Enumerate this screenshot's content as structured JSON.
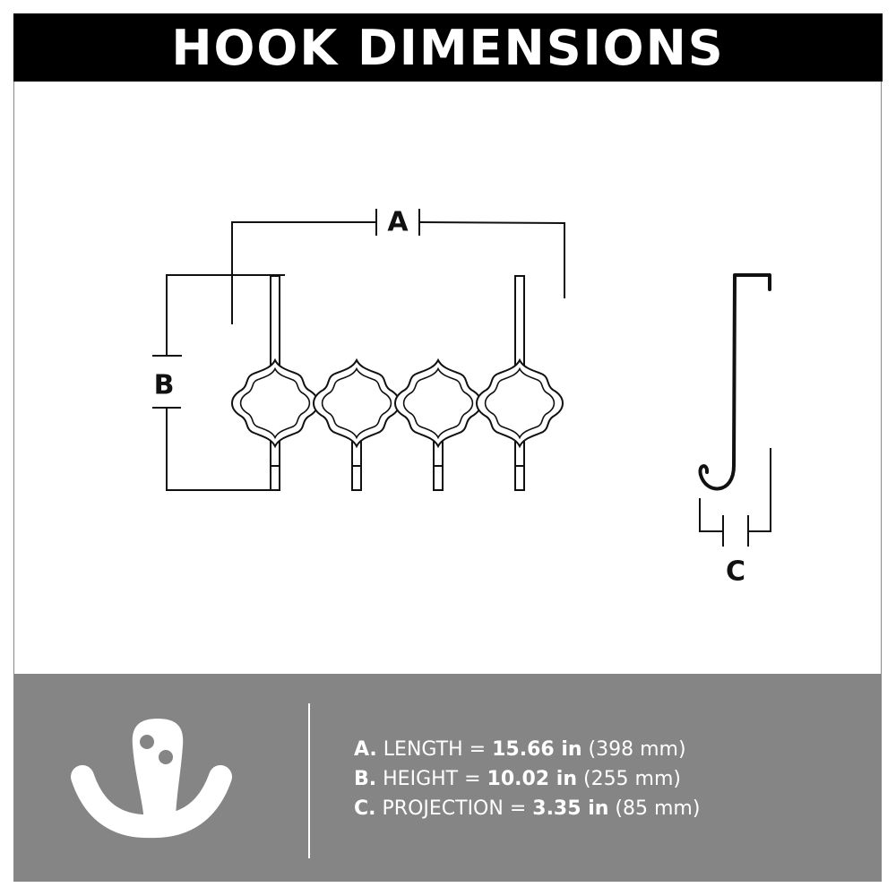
{
  "title": "HOOK DIMENSIONS",
  "labels": {
    "a": "A",
    "b": "B",
    "c": "C"
  },
  "specs": [
    {
      "letter": "A.",
      "name": "LENGTH =",
      "value": "15.66 in",
      "metric": "(398 mm)"
    },
    {
      "letter": "B.",
      "name": "HEIGHT =",
      "value": "10.02 in",
      "metric": "(255 mm)"
    },
    {
      "letter": "C.",
      "name": "PROJECTION =",
      "value": "3.35 in",
      "metric": "(85 mm)"
    }
  ],
  "colors": {
    "title_bg": "#000000",
    "panel_bg": "#858585",
    "text_light": "#ffffff"
  }
}
